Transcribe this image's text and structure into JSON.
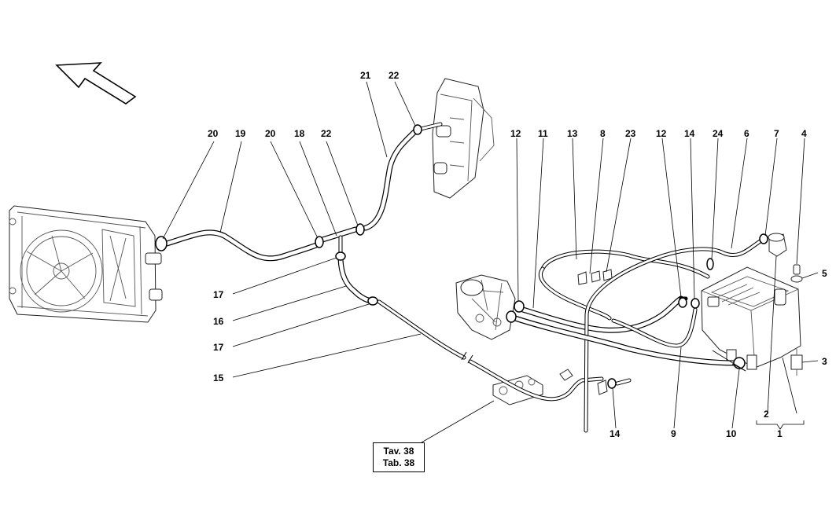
{
  "callouts": [
    {
      "id": "c20a",
      "text": "20"
    },
    {
      "id": "c19",
      "text": "19"
    },
    {
      "id": "c20b",
      "text": "20"
    },
    {
      "id": "c18",
      "text": "18"
    },
    {
      "id": "c22a",
      "text": "22"
    },
    {
      "id": "c21",
      "text": "21"
    },
    {
      "id": "c22b",
      "text": "22"
    },
    {
      "id": "c17a",
      "text": "17"
    },
    {
      "id": "c16",
      "text": "16"
    },
    {
      "id": "c17b",
      "text": "17"
    },
    {
      "id": "c15",
      "text": "15"
    },
    {
      "id": "c12a",
      "text": "12"
    },
    {
      "id": "c11",
      "text": "11"
    },
    {
      "id": "c13",
      "text": "13"
    },
    {
      "id": "c8",
      "text": "8"
    },
    {
      "id": "c23",
      "text": "23"
    },
    {
      "id": "c12b",
      "text": "12"
    },
    {
      "id": "c14a",
      "text": "14"
    },
    {
      "id": "c24",
      "text": "24"
    },
    {
      "id": "c6",
      "text": "6"
    },
    {
      "id": "c7",
      "text": "7"
    },
    {
      "id": "c4",
      "text": "4"
    },
    {
      "id": "c5",
      "text": "5"
    },
    {
      "id": "c3",
      "text": "3"
    },
    {
      "id": "c14b",
      "text": "14"
    },
    {
      "id": "c9",
      "text": "9"
    },
    {
      "id": "c10",
      "text": "10"
    },
    {
      "id": "c2",
      "text": "2"
    },
    {
      "id": "c1",
      "text": "1"
    }
  ],
  "reference": {
    "line1": "Tav. 38",
    "line2": "Tab. 38"
  }
}
